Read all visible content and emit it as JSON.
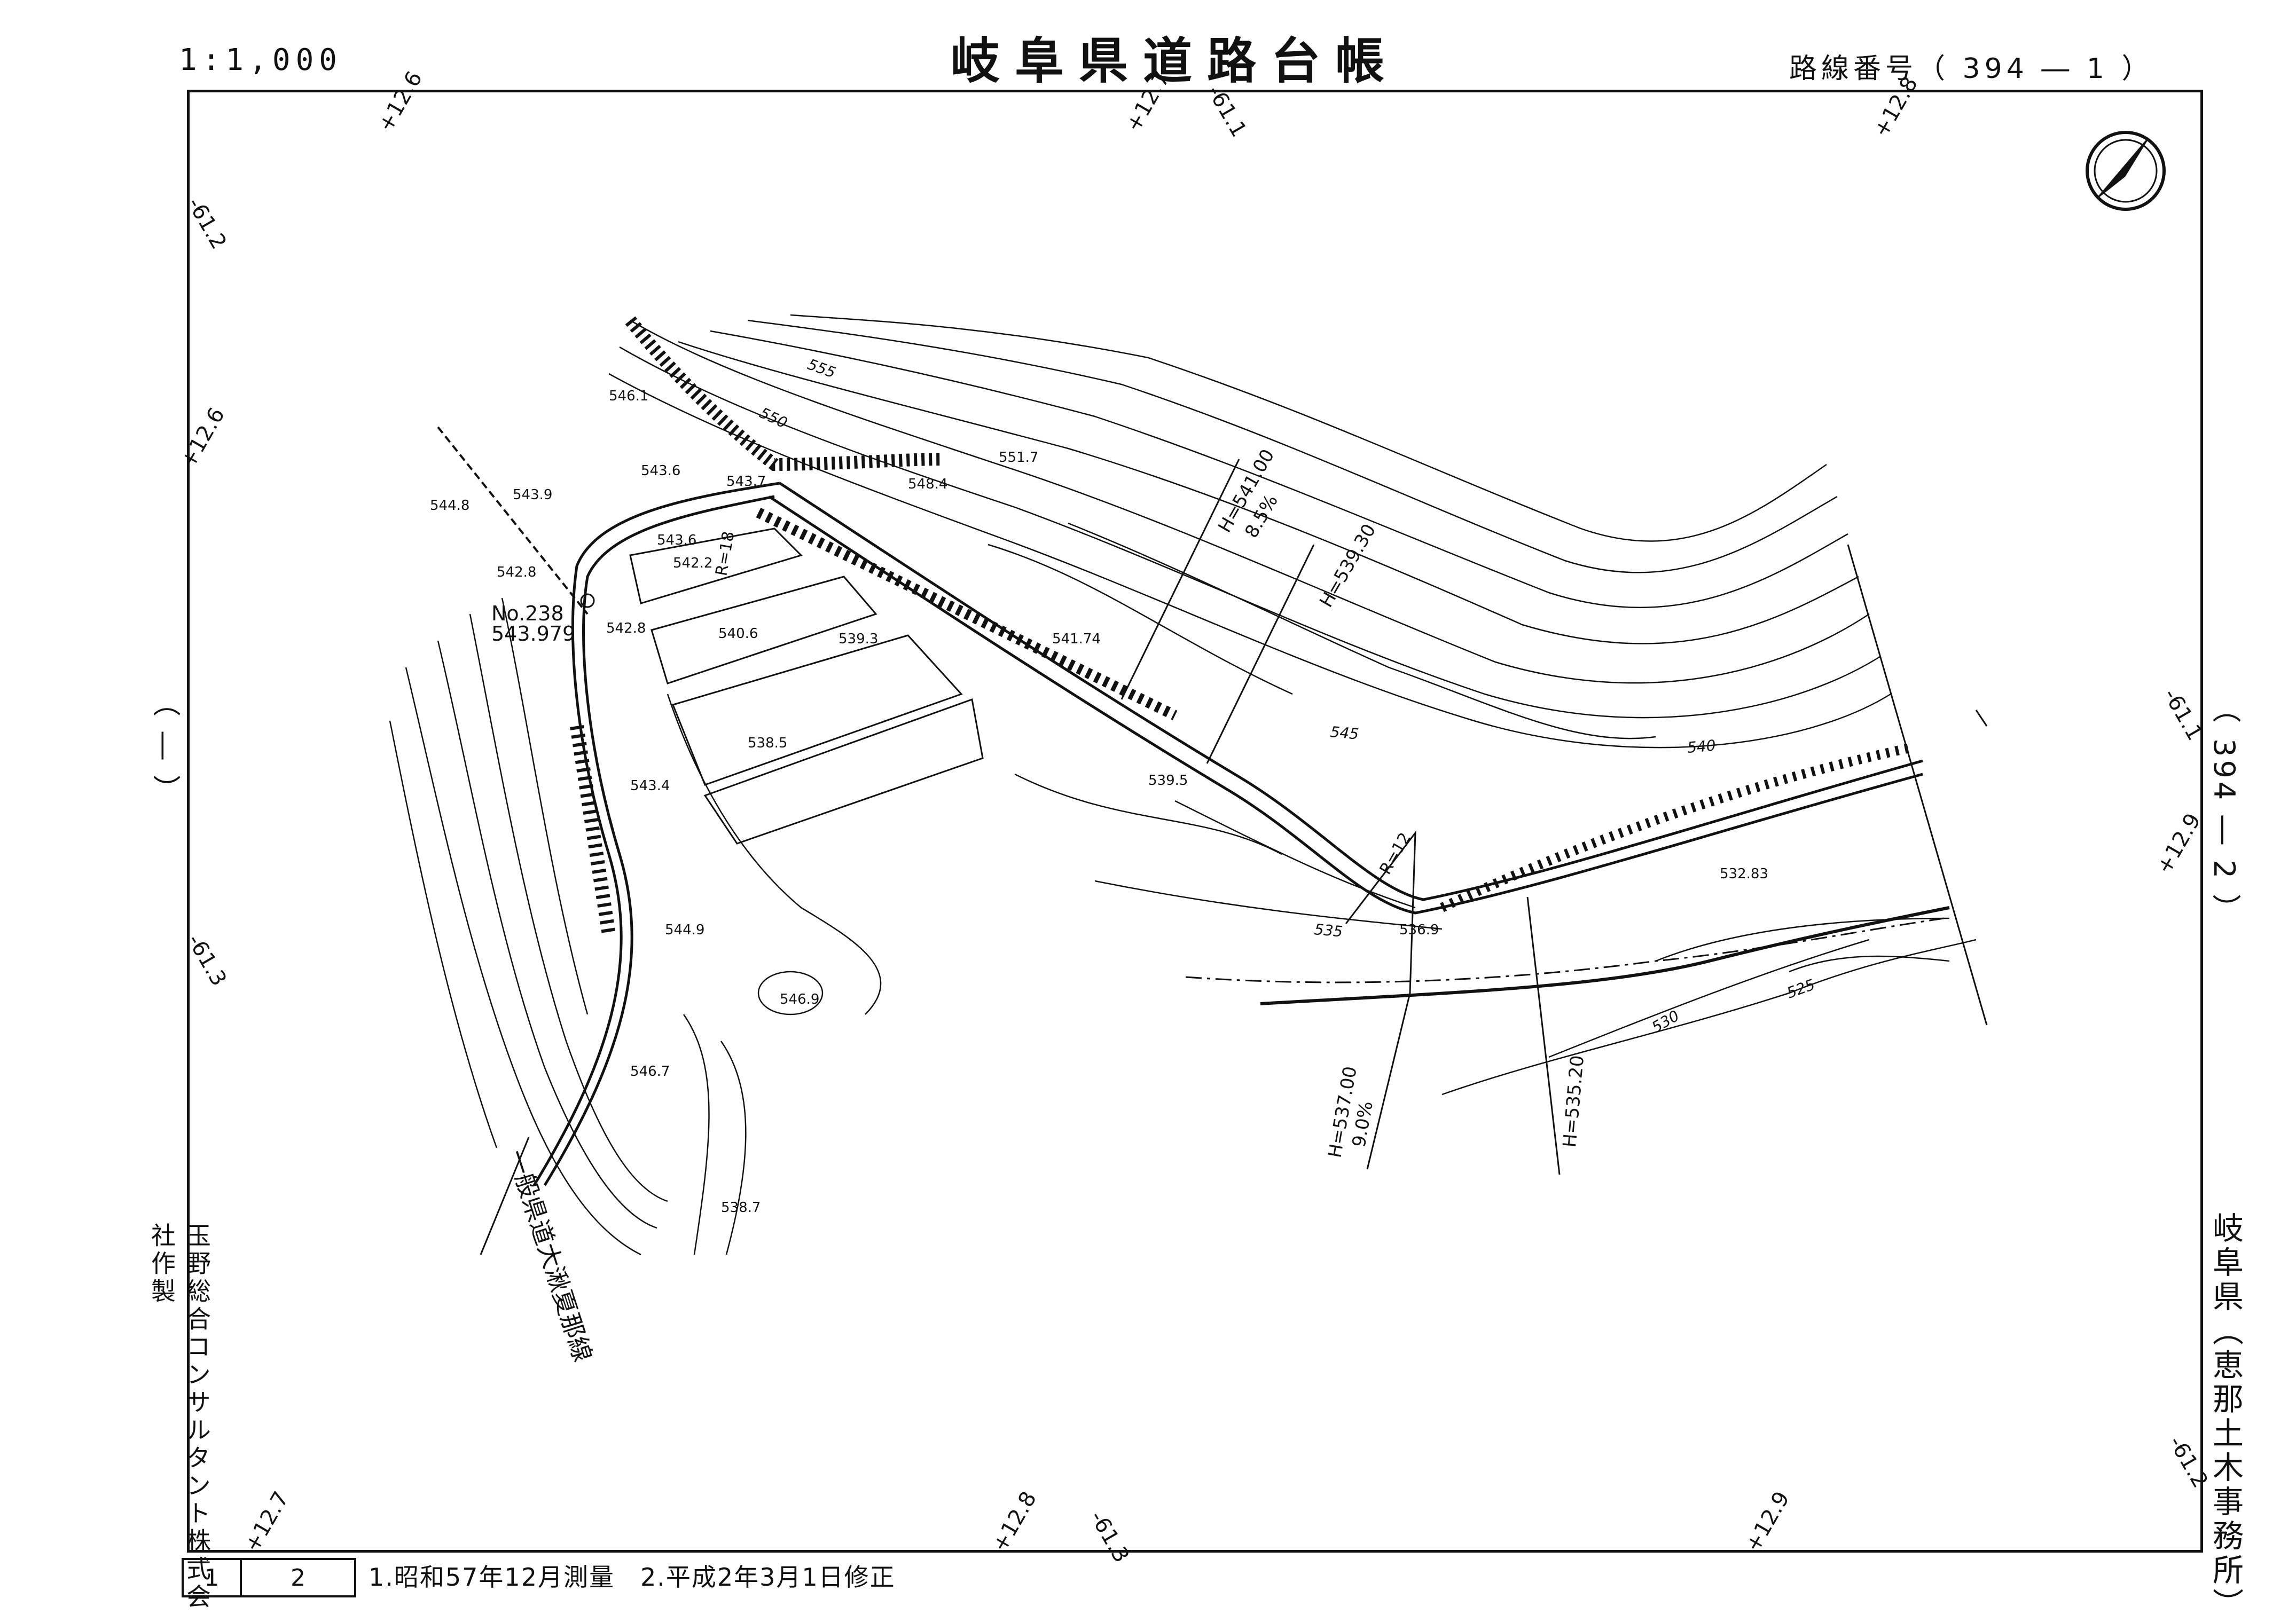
{
  "header": {
    "scale": "1:1,000",
    "title": "岐阜県道路台帳",
    "route_label": "路線番号（ 394 ― 1 ）"
  },
  "side": {
    "right_route": "（ 394 ― 2 ）",
    "right_office": "岐阜県（恵那土木事務所）",
    "left_route": "（ ― ）",
    "left_company": "玉野総合コンサルタント株式会社作製"
  },
  "footer": {
    "sheets": [
      "1",
      "2"
    ],
    "note": "1.昭和57年12月測量　2.平成2年3月1日修正"
  },
  "grid_labels": [
    "+12.6",
    "+12.7",
    "-61.1",
    "+12.8",
    "-61.2",
    "+12.6",
    "-61.3",
    "-61.1",
    "+12.9",
    "-61.2",
    "+12.7",
    "+12.8",
    "-61.3",
    "+12.9"
  ],
  "benchmark": {
    "name": "No.238",
    "elev": "543.979"
  },
  "road_name": "一般県道大湫夏那線",
  "spot_heights": [
    "546.1",
    "543.6",
    "543.7",
    "548.4",
    "551.7",
    "544.8",
    "543.9",
    "542.8",
    "543.6",
    "542.2",
    "540.6",
    "539.3",
    "542.8",
    "541.74",
    "538.5",
    "539.5",
    "543.4",
    "544.9",
    "546.9",
    "546.7",
    "538.7",
    "536.9",
    "532.83"
  ],
  "contours": [
    "555",
    "550",
    "545",
    "540",
    "535",
    "530",
    "525"
  ],
  "profile_marks": [
    "H=541.00",
    "8.5%",
    "H=539.30",
    "H=537.00",
    "9.0%",
    "H=535.20"
  ],
  "curves": [
    "R=18",
    "R=12"
  ],
  "colors": {
    "ink": "#111111",
    "paper": "#ffffff"
  }
}
